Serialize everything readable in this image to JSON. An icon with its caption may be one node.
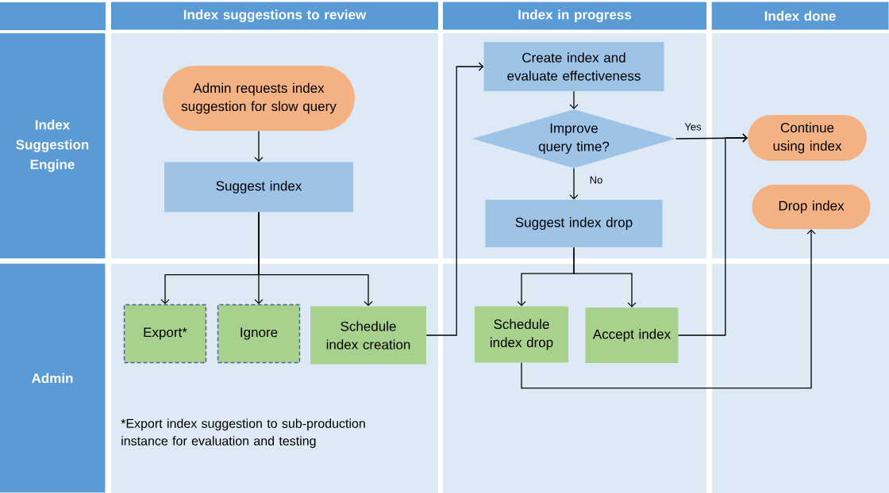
{
  "diagram": {
    "nodes": [
      {
        "text": [
          "Index suggestions to review"
        ]
      },
      {
        "text": [
          "Index in progress"
        ]
      },
      {
        "text": [
          "Index done"
        ]
      },
      {
        "text": [
          "Index Suggestion Engine"
        ]
      },
      {
        "text": [
          "Admin"
        ]
      },
      {
        "text": [
          "Admin requests index suggestion for slow query"
        ]
      },
      {
        "text": [
          "Suggest index"
        ]
      },
      {
        "text": [
          "Export*"
        ]
      },
      {
        "text": [
          "Ignore"
        ]
      },
      {
        "text": [
          "Schedule index creation"
        ]
      },
      {
        "text": [
          "Create index and evaluate effectiveness"
        ]
      },
      {
        "text": [
          "Improve query time?"
        ]
      },
      {
        "text": [
          "Suggest index drop"
        ]
      },
      {
        "text": [
          "Schedule index drop"
        ]
      },
      {
        "text": [
          "Accept index"
        ]
      },
      {
        "text": [
          "Continue using index"
        ]
      },
      {
        "text": [
          "Drop index"
        ]
      }
    ],
    "edges": [
      {
        "from": 5,
        "to": 6,
        "arrow": "to"
      },
      {
        "from": 6,
        "to": 7,
        "arrow": "to"
      },
      {
        "from": 6,
        "to": 8,
        "arrow": "to"
      },
      {
        "from": 6,
        "to": 9,
        "arrow": "to"
      },
      {
        "from": 9,
        "to": 10,
        "arrow": "to"
      },
      {
        "from": 10,
        "to": 11,
        "arrow": "to"
      },
      {
        "from": 11,
        "to": 15,
        "arrow": "to",
        "label": "Yes"
      },
      {
        "from": 11,
        "to": 12,
        "arrow": "to",
        "label": "No"
      },
      {
        "from": 12,
        "to": 13,
        "arrow": "to"
      },
      {
        "from": 12,
        "to": 14,
        "arrow": "to"
      },
      {
        "from": 14,
        "to": 15,
        "arrow": "to"
      },
      {
        "from": 13,
        "to": 16,
        "arrow": "to"
      }
    ],
    "labels": [
      "*Export index suggestion to sub-production instance for evaluation and testing"
    ]
  }
}
